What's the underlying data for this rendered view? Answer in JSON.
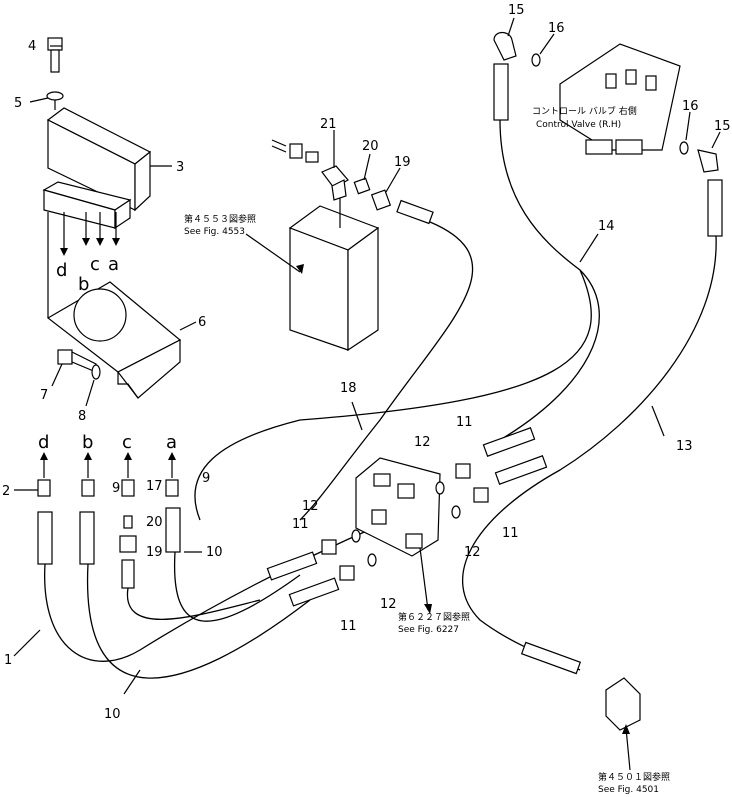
{
  "parts": {
    "p1": "1",
    "p2": "2",
    "p3": "3",
    "p4": "4",
    "p5": "5",
    "p6": "6",
    "p7": "7",
    "p8": "8",
    "p9": "9",
    "p10": "10",
    "p11": "11",
    "p12": "12",
    "p13": "13",
    "p14": "14",
    "p15": "15",
    "p16": "16",
    "p17": "17",
    "p18": "18",
    "p19": "19",
    "p20": "20",
    "p21": "21"
  },
  "ports": {
    "a": "a",
    "b": "b",
    "c": "c",
    "d": "d"
  },
  "notes": {
    "fig4553_jp": "第４５５３図参照",
    "fig4553_en": "See Fig. 4553",
    "fig6227_jp": "第６２２７図参照",
    "fig6227_en": "See Fig. 6227",
    "fig4501_jp": "第４５０１図参照",
    "fig4501_en": "See Fig. 4501",
    "valve_jp": "コントロール バルブ 右側",
    "valve_en": "Control Valve (R.H)"
  }
}
